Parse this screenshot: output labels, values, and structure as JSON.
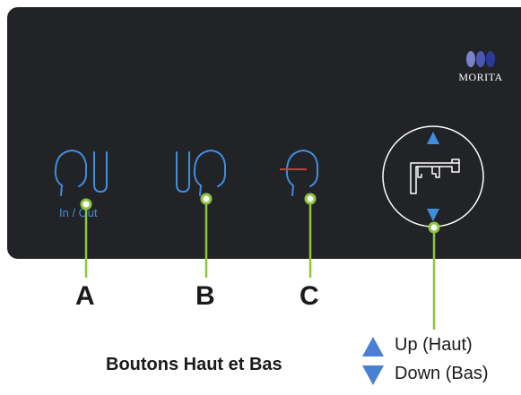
{
  "brand": {
    "name": "MORITA"
  },
  "buttons": {
    "in_out": {
      "label": "In / Out"
    }
  },
  "callouts": {
    "a": "A",
    "b": "B",
    "c": "C"
  },
  "legend": {
    "title": "Boutons Haut et Bas",
    "up": "Up (Haut)",
    "down": "Down (Bas)"
  },
  "colors": {
    "panel": "#222326",
    "icon_blue": "#3f8ede",
    "leader_green": "#8cc63f",
    "laser_red": "#e0303a",
    "legend_triangle": "#4a7fd6",
    "white": "#ffffff"
  },
  "icons": {
    "in_out": "head-profile-with-chin-rest-icon",
    "b": "chin-rest-with-head-profile-icon",
    "c": "head-profile-with-laser-beam-icon",
    "updown": "arm-position-up-down-icon"
  }
}
